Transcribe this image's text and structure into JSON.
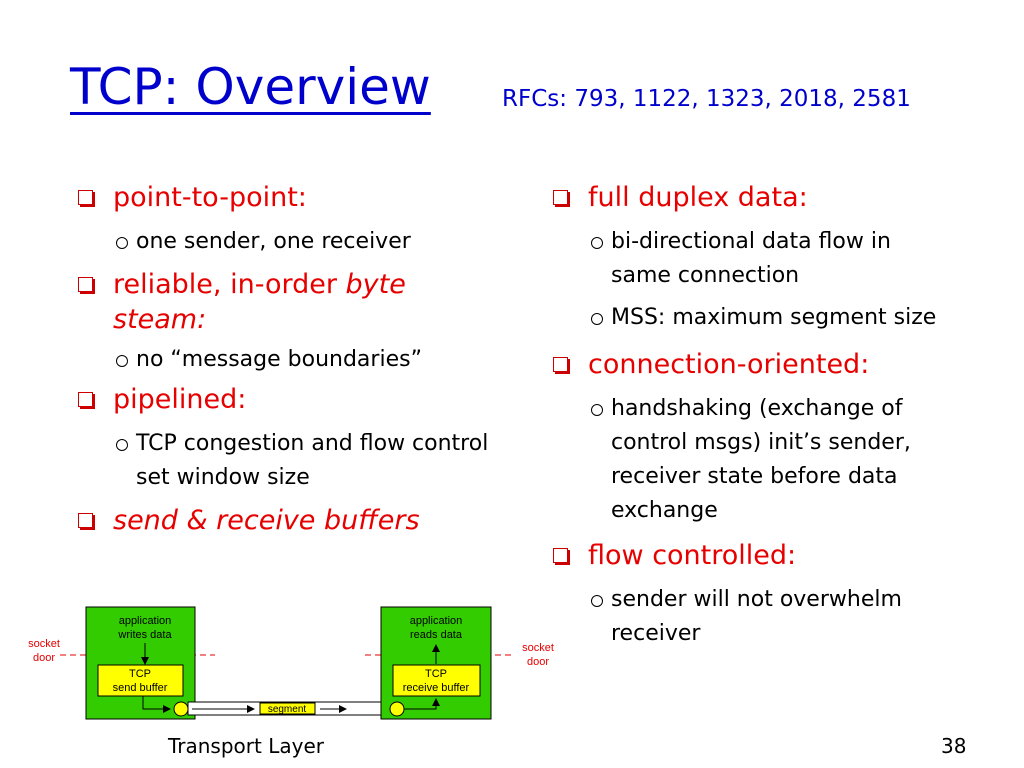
{
  "slide": {
    "title": "TCP: Overview",
    "rfcs": "RFCs: 793, 1122, 1323, 2018, 2581",
    "footer_left": "Transport Layer",
    "page_number": "38"
  },
  "left": {
    "p2p": "point-to-point:",
    "p2p_sub": "one sender, one receiver",
    "rel_a": "reliable, in-order ",
    "rel_b": "byte",
    "rel_c": "steam:",
    "rel_sub": "no “message boundaries”",
    "pipe": "pipelined:",
    "pipe_sub": "TCP congestion and flow control set window size",
    "buf": "send & receive buffers"
  },
  "right": {
    "duplex": "full duplex data:",
    "duplex_sub1": "bi-directional data flow in same connection",
    "duplex_sub2": "MSS: maximum segment size",
    "conn": "connection-oriented:",
    "conn_sub": "handshaking (exchange of control msgs) init’s sender, receiver state before data exchange",
    "flow": "flow controlled:",
    "flow_sub": "sender will not overwhelm receiver"
  },
  "diagram": {
    "left_app_1": "application",
    "left_app_2": "writes data",
    "left_buf_1": "TCP",
    "left_buf_2": "send buffer",
    "right_app_1": "application",
    "right_app_2": "reads data",
    "right_buf_1": "TCP",
    "right_buf_2": "receive buffer",
    "segment": "segment",
    "socket_l1": "socket",
    "socket_l2": "door",
    "socket_r1": "socket",
    "socket_r2": "door"
  },
  "colors": {
    "title": "#0000cc",
    "bullet_red": "#e60000",
    "diagram_green": "#33cc00",
    "buffer_yellow": "#ffff00"
  }
}
